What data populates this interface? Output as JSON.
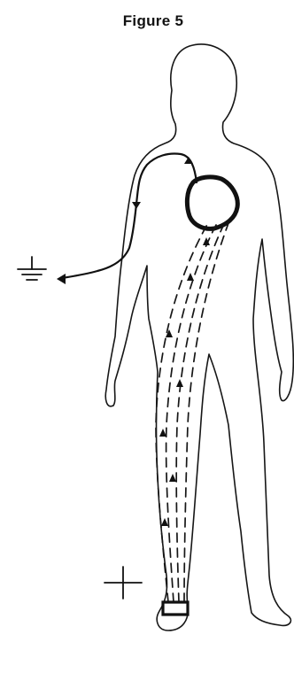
{
  "figure": {
    "title": "Figure 5"
  },
  "diagram": {
    "icons": [
      "human-body-outline",
      "heart-shape",
      "ground-symbol",
      "positive-terminal-symbol",
      "ankle-electrode"
    ]
  },
  "colors": {
    "ink": "#111111",
    "paper": "#ffffff"
  }
}
